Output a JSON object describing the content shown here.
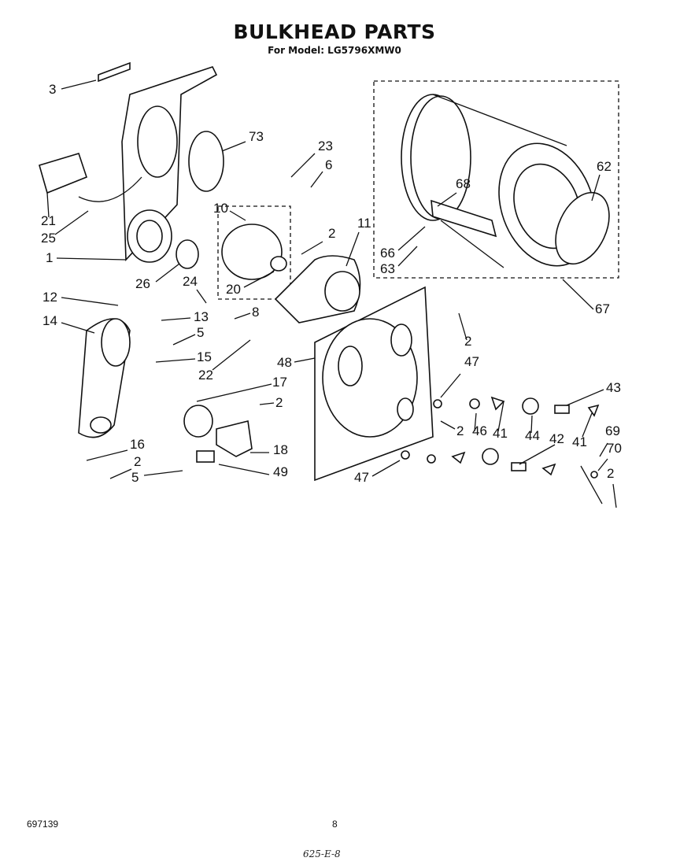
{
  "header": {
    "title": "BULKHEAD PARTS",
    "subtitle": "For Model: LG5796XMW0"
  },
  "callouts": [
    "3",
    "73",
    "23",
    "6",
    "21",
    "25",
    "1",
    "26",
    "24",
    "10",
    "2",
    "11",
    "20",
    "12",
    "13",
    "14",
    "8",
    "5",
    "15",
    "22",
    "2",
    "48",
    "47",
    "17",
    "43",
    "2",
    "2",
    "46",
    "41",
    "44",
    "42",
    "41",
    "69",
    "70",
    "16",
    "2",
    "18",
    "49",
    "5",
    "47",
    "2",
    "68",
    "62",
    "66",
    "63",
    "67"
  ],
  "footer": {
    "doc_number": "697139",
    "page_number": "8",
    "handwritten_note": "625-E-8"
  }
}
